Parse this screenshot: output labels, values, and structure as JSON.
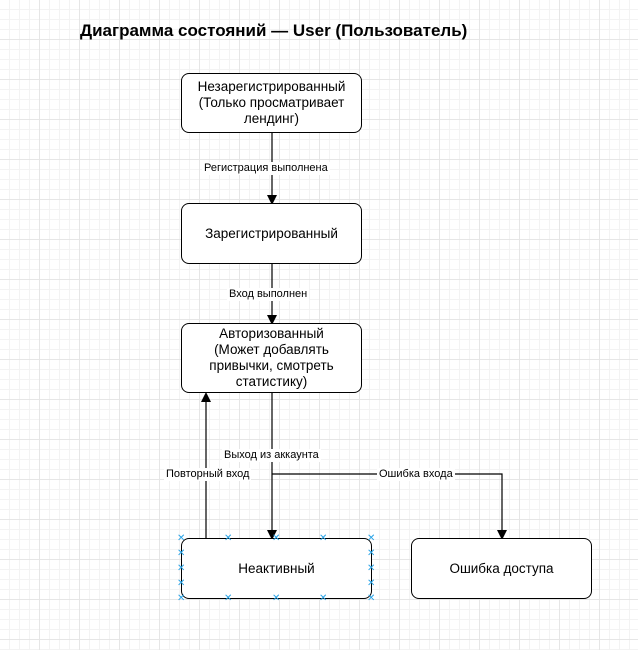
{
  "diagram": {
    "title": "Диаграмма состояний — User (Пользователь)",
    "nodes": {
      "unregistered": "Незарегистрированный\n(Только просматривает\nлендинг)",
      "registered": "Зарегистрированный",
      "authorized": "Авторизованный\n(Может добавлять\nпривычки, смотреть\nстатистику)",
      "inactive": "Неактивный",
      "access_error": "Ошибка доступа"
    },
    "edges": {
      "registration_done": "Регистрация выполнена",
      "login_done": "Вход выполнен",
      "logout": "Выход из аккаунта",
      "relogin": "Повторный вход",
      "login_error": "Ошибка входа"
    },
    "colors": {
      "line": "#000000",
      "selection": "#29a3e6",
      "grid": "#e6e6e6"
    }
  }
}
